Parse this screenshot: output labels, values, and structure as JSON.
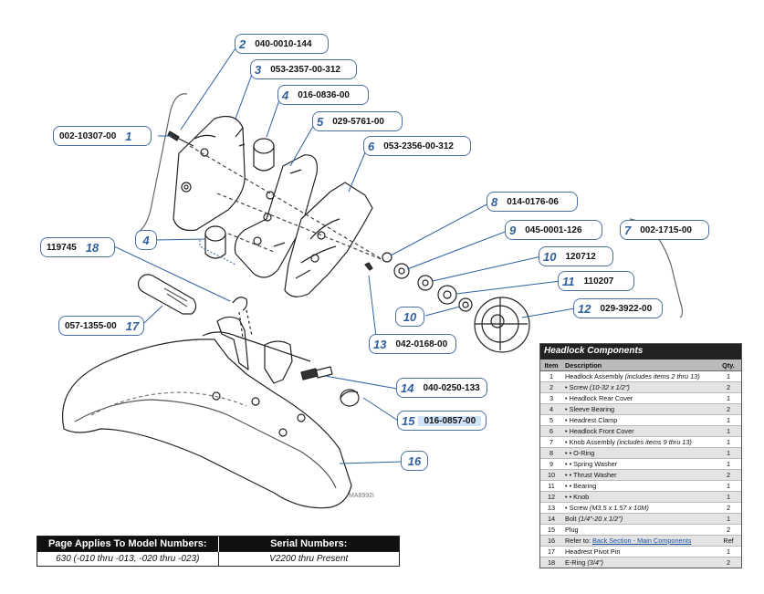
{
  "callouts": [
    {
      "id": "c2",
      "num": "2",
      "pn": "040-0010-144"
    },
    {
      "id": "c3",
      "num": "3",
      "pn": "053-2357-00-312"
    },
    {
      "id": "c4a",
      "num": "4",
      "pn": "016-0836-00"
    },
    {
      "id": "c5",
      "num": "5",
      "pn": "029-5761-00"
    },
    {
      "id": "c6",
      "num": "6",
      "pn": "053-2356-00-312"
    },
    {
      "id": "c1",
      "num": "1",
      "pn": "002-10307-00"
    },
    {
      "id": "c8",
      "num": "8",
      "pn": "014-0176-06"
    },
    {
      "id": "c9",
      "num": "9",
      "pn": "045-0001-126"
    },
    {
      "id": "c7",
      "num": "7",
      "pn": "002-1715-00"
    },
    {
      "id": "c4b",
      "num": "4",
      "pn": ""
    },
    {
      "id": "c10a",
      "num": "10",
      "pn": "120712"
    },
    {
      "id": "c18",
      "num": "18",
      "pn": "119745"
    },
    {
      "id": "c11",
      "num": "11",
      "pn": "110207"
    },
    {
      "id": "c12",
      "num": "12",
      "pn": "029-3922-00"
    },
    {
      "id": "c10b",
      "num": "10",
      "pn": ""
    },
    {
      "id": "c17",
      "num": "17",
      "pn": "057-1355-00"
    },
    {
      "id": "c13",
      "num": "13",
      "pn": "042-0168-00"
    },
    {
      "id": "c14",
      "num": "14",
      "pn": "040-0250-133"
    },
    {
      "id": "c15",
      "num": "15",
      "pn": "016-0857-00"
    },
    {
      "id": "c16",
      "num": "16",
      "pn": ""
    }
  ],
  "drawing_id": "MA8992i",
  "components": {
    "title": "Headlock Components",
    "headers": {
      "item": "Item",
      "description": "Description",
      "qty": "Qty."
    },
    "rows": [
      {
        "item": "1",
        "desc": "Headlock Assembly",
        "note": "(includes items 2 thru 13)",
        "qty": "1"
      },
      {
        "item": "2",
        "desc": "• Screw",
        "note": "(10-32 x 1/2\")",
        "qty": "2"
      },
      {
        "item": "3",
        "desc": "• Headlock Rear Cover",
        "note": "",
        "qty": "1"
      },
      {
        "item": "4",
        "desc": "• Sleeve Bearing",
        "note": "",
        "qty": "2"
      },
      {
        "item": "5",
        "desc": "• Headrest Clamp",
        "note": "",
        "qty": "1"
      },
      {
        "item": "6",
        "desc": "• Headlock Front Cover",
        "note": "",
        "qty": "1"
      },
      {
        "item": "7",
        "desc": "• Knob Assembly",
        "note": "(includes items 9 thru 13)",
        "qty": "1"
      },
      {
        "item": "8",
        "desc": "• • O-Ring",
        "note": "",
        "qty": "1"
      },
      {
        "item": "9",
        "desc": "• • Spring Washer",
        "note": "",
        "qty": "1"
      },
      {
        "item": "10",
        "desc": "• • Thrust Washer",
        "note": "",
        "qty": "2"
      },
      {
        "item": "11",
        "desc": "• • Bearing",
        "note": "",
        "qty": "1"
      },
      {
        "item": "12",
        "desc": "• • Knob",
        "note": "",
        "qty": "1"
      },
      {
        "item": "13",
        "desc": "• Screw",
        "note": "(M3.5 x 1.57 x 10M)",
        "qty": "2"
      },
      {
        "item": "14",
        "desc": "Bolt",
        "note": "(1/4\"-20 x 1/2\")",
        "qty": "1"
      },
      {
        "item": "15",
        "desc": "Plug",
        "note": "",
        "qty": "2"
      },
      {
        "item": "16",
        "desc": "Refer to: ",
        "note": "",
        "link": "Back Section - Main Components",
        "qty": "Ref"
      },
      {
        "item": "17",
        "desc": "Headrest Pivot Pin",
        "note": "",
        "qty": "1"
      },
      {
        "item": "18",
        "desc": "E-Ring",
        "note": "(3/4\")",
        "qty": "2"
      }
    ]
  },
  "model": {
    "h1": "Page Applies To Model Numbers:",
    "h2": "Serial Numbers:",
    "v1": "630 (-010 thru -013, -020 thru -023)",
    "v2": "V2200 thru Present"
  }
}
